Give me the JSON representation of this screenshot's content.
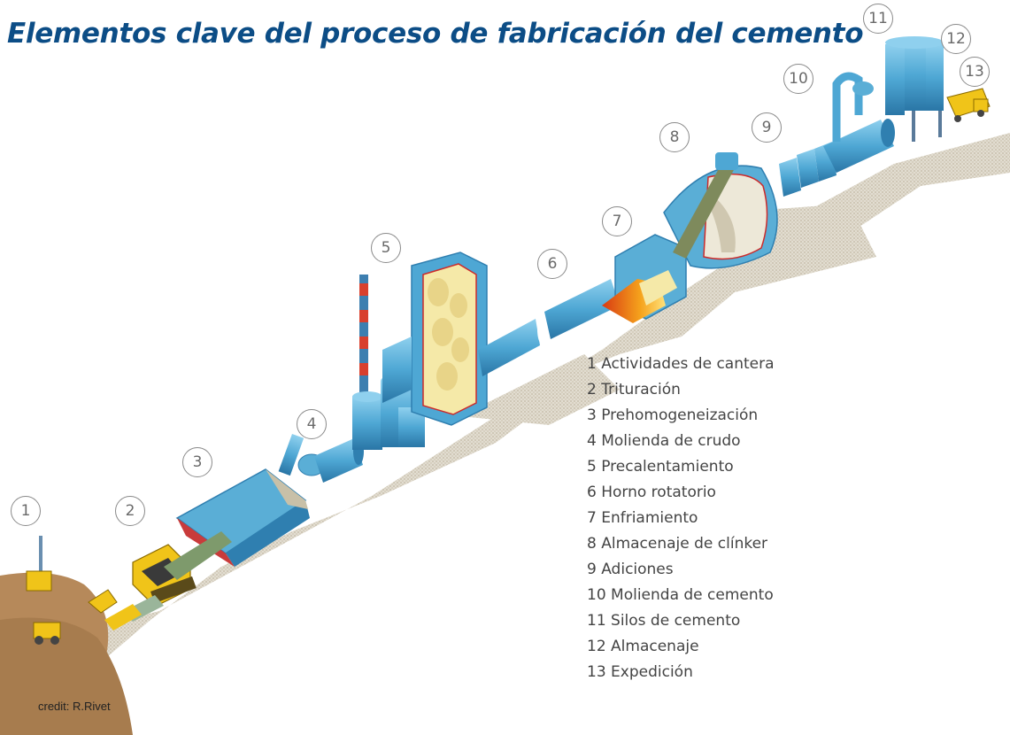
{
  "title": "Elementos clave del proceso de fabricación del cemento",
  "markers": [
    "1",
    "2",
    "3",
    "4",
    "5",
    "6",
    "7",
    "8",
    "9",
    "10",
    "11",
    "12",
    "13"
  ],
  "legend": [
    "1 Actividades de cantera",
    "2 Trituración",
    "3 Prehomogeneización",
    "4 Molienda de crudo",
    "5 Precalentamiento",
    "6 Horno rotatorio",
    "7 Enfriamiento",
    "8 Almacenaje de clínker",
    "9 Adiciones",
    "10 Molienda de cemento",
    "11 Silos de cemento",
    "12 Almacenaje",
    "13 Expedición"
  ],
  "credit": "credit: R.Rivet",
  "colors": {
    "title": "#0c4d86",
    "equipment": "#5aaed6",
    "equipment_dark": "#2f7fb0",
    "ground": "#d8d2c4",
    "earth": "#b08a55",
    "machine": "#f0c419",
    "material": "#f5e9a8",
    "outline": "#cc2b2b"
  }
}
